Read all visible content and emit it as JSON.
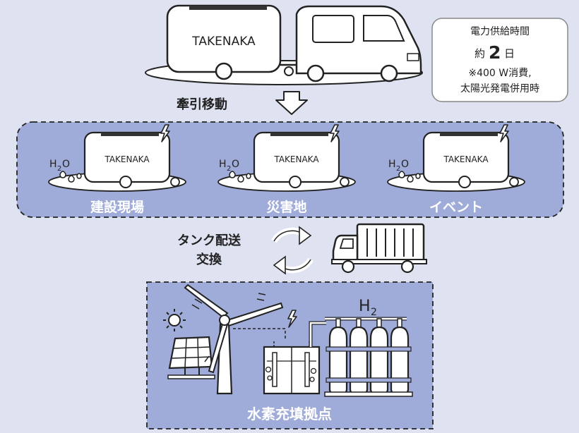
{
  "brand": "TAKENAKA",
  "info_box": {
    "title": "電力供給時間",
    "duration_prefix": "約",
    "duration_value": "2",
    "duration_unit": "日",
    "note_line1": "※400 W消費,",
    "note_line2": "太陽光発電併用時"
  },
  "tow_label": "牽引移動",
  "water_label_main": "H",
  "water_label_sub": "2",
  "water_label_tail": "O",
  "sites": [
    {
      "label": "建設現場"
    },
    {
      "label": "災害地"
    },
    {
      "label": "イベント"
    }
  ],
  "tank_exchange": {
    "line1": "タンク配送",
    "line2": "交換"
  },
  "hydrogen_label_main": "H",
  "hydrogen_label_sub": "2",
  "station_label": "水素充填拠点",
  "colors": {
    "background": "#dfe2f1",
    "panel": "#9fabd8",
    "white": "#ffffff",
    "stroke": "#222222"
  },
  "icons": [
    "truck-icon",
    "trailer-icon",
    "down-arrow-icon",
    "lightning-icon",
    "cycle-arrows-icon",
    "delivery-truck-icon",
    "wind-turbine-icon",
    "sun-icon",
    "solar-panel-icon",
    "electrolyzer-icon",
    "hydrogen-cylinders-icon"
  ]
}
